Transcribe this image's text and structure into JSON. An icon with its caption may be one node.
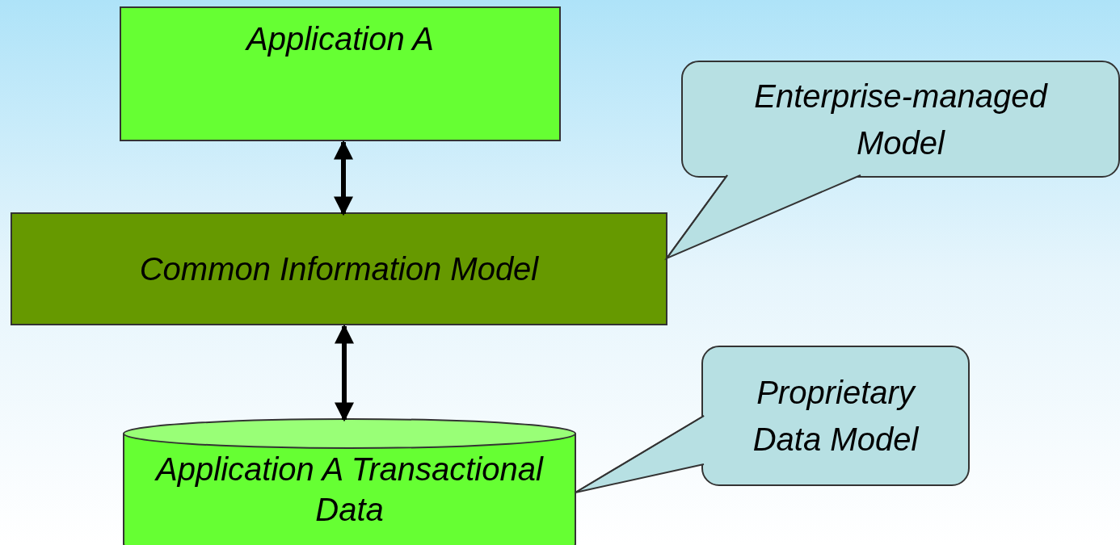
{
  "diagram": {
    "nodes": [
      {
        "text": [
          "Application A"
        ]
      },
      {
        "text": [
          "Common Information Model"
        ]
      },
      {
        "text": [
          "Application A Transactional Data"
        ]
      },
      {
        "text": [
          "Enterprise-managed Model"
        ]
      },
      {
        "text": [
          "Proprietary Data Model"
        ]
      }
    ],
    "edges": [
      {
        "from": 0,
        "to": 1,
        "arrow": "both",
        "style": "thick"
      },
      {
        "from": 1,
        "to": 2,
        "arrow": "both",
        "style": "thick"
      },
      {
        "from": 3,
        "to": 1,
        "arrow": "none"
      },
      {
        "from": 4,
        "to": 2,
        "arrow": "none"
      }
    ]
  }
}
